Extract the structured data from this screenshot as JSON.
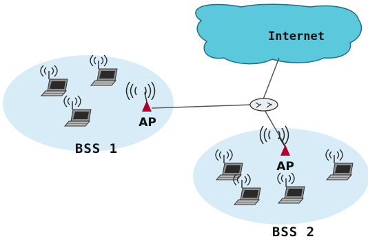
{
  "diagram": {
    "internet_label": "Internet",
    "bss1": {
      "label": "BSS 1",
      "ap_label": "AP"
    },
    "bss2": {
      "label": "BSS 2",
      "ap_label": "AP"
    },
    "colors": {
      "cloud_fill": "#5cc8dc",
      "cloud_stroke": "#1f6c86",
      "bss_fill": "#d8ecf8",
      "ap_red": "#b0002a",
      "link": "#555555",
      "router_fill": "#e8eef2",
      "laptop_body": "#9a9a9a",
      "laptop_screen": "#2a2a2a"
    },
    "icons": [
      "cloud-icon",
      "router-icon",
      "ap-antenna-icon",
      "laptop-icon",
      "wireless-signal-icon"
    ]
  }
}
